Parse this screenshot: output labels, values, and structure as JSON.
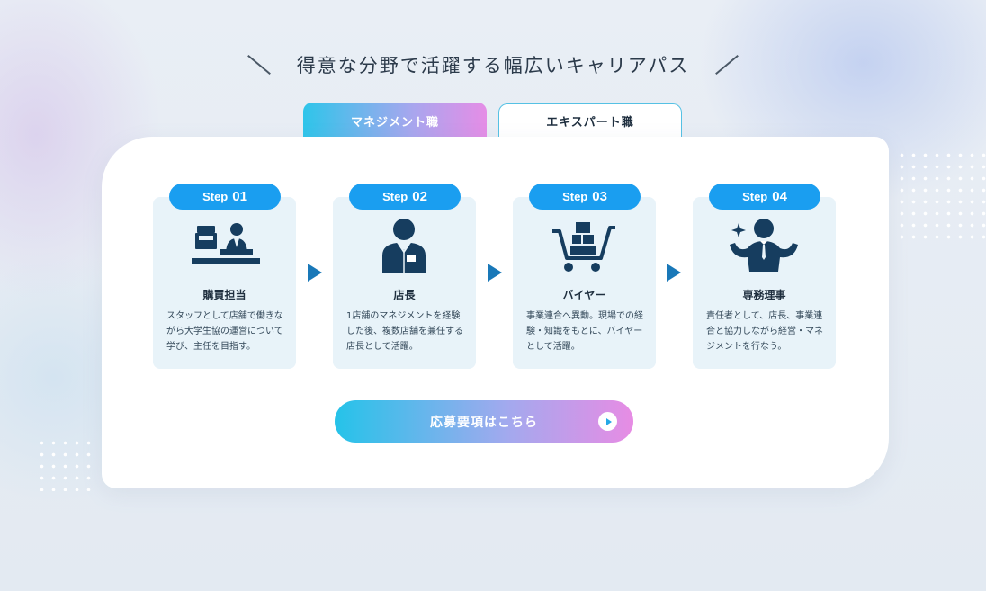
{
  "heading": {
    "title": "得意な分野で活躍する幅広いキャリアパス"
  },
  "tabs": [
    {
      "label": "マネジメント職",
      "active": true
    },
    {
      "label": "エキスパート職",
      "active": false
    }
  ],
  "steps": [
    {
      "badge_label": "Step",
      "badge_number": "01",
      "icon": "cashier-icon",
      "title": "購買担当",
      "description": "スタッフとして店舗で働きながら大学生協の運営について学び、主任を目指す。"
    },
    {
      "badge_label": "Step",
      "badge_number": "02",
      "icon": "store-manager-icon",
      "title": "店長",
      "description": "1店舗のマネジメントを経験した後、複数店舗を兼任する店長として活躍。"
    },
    {
      "badge_label": "Step",
      "badge_number": "03",
      "icon": "shopping-cart-icon",
      "title": "バイヤー",
      "description": "事業連合へ異動。現場での経験・知識をもとに、バイヤーとして活躍。"
    },
    {
      "badge_label": "Step",
      "badge_number": "04",
      "icon": "executive-icon",
      "title": "専務理事",
      "description": "責任者として、店長、事業連合と協力しながら経営・マネジメントを行なう。"
    }
  ],
  "cta": {
    "label": "応募要項はこちら",
    "icon": "play-circle-icon"
  },
  "colors": {
    "primary_blue": "#1a9ef0",
    "icon_navy": "#163d5f",
    "arrow_blue": "#1978b8",
    "step_bg": "#e8f3f9",
    "gradient_start": "#2ec5ea",
    "gradient_end": "#e58de6"
  }
}
